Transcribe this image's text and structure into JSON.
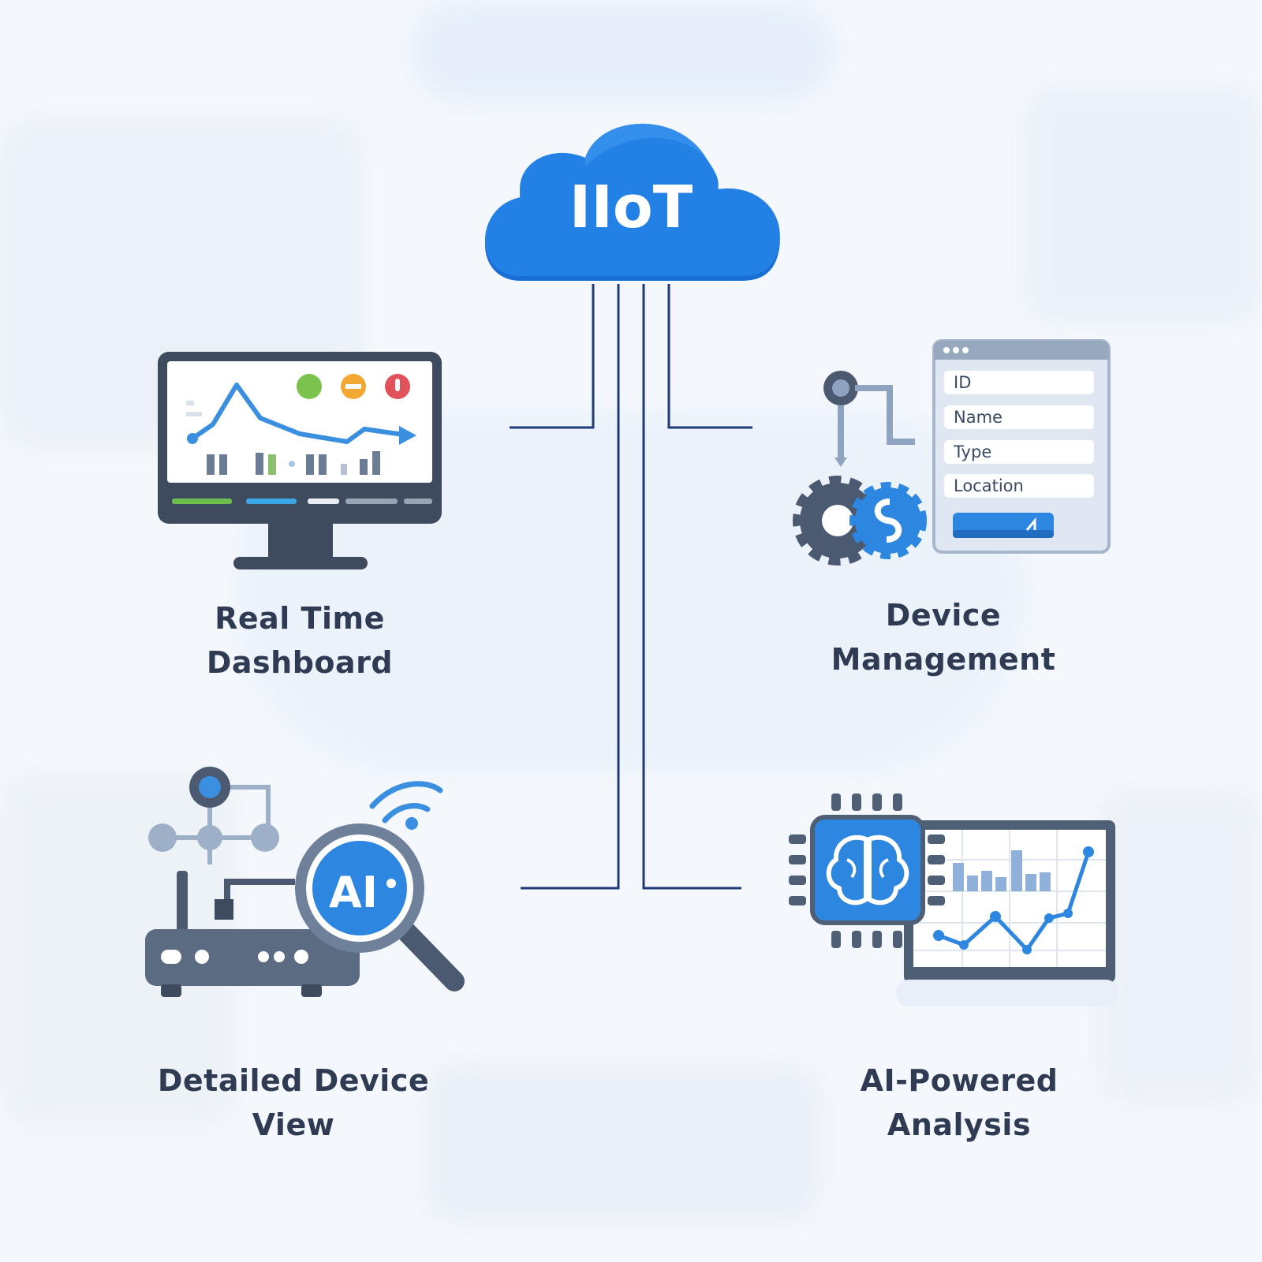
{
  "cloud": {
    "title": "IIoT",
    "color": "#1f7ee3"
  },
  "features": [
    {
      "name": "real-time-dashboard",
      "line1": "Real Time",
      "line2": "Dashboard",
      "icon": "monitor-chart-icon"
    },
    {
      "name": "device-management",
      "line1": "Device",
      "line2": "Management",
      "icon": "gear-form-icon"
    },
    {
      "name": "detailed-device-view",
      "line1": "Detailed Device",
      "line2": "View",
      "icon": "router-ai-magnifier-icon"
    },
    {
      "name": "ai-powered-analysis",
      "line1": "AI-Powered",
      "line2": "Analysis",
      "icon": "brain-chip-chart-icon"
    }
  ],
  "device_form": {
    "fields": [
      "ID",
      "Name",
      "Type",
      "Location"
    ]
  },
  "colors": {
    "connector": "#1e3a78",
    "text": "#2f3b52",
    "accent_blue": "#2d86e0",
    "slate": "#4b5a70"
  }
}
